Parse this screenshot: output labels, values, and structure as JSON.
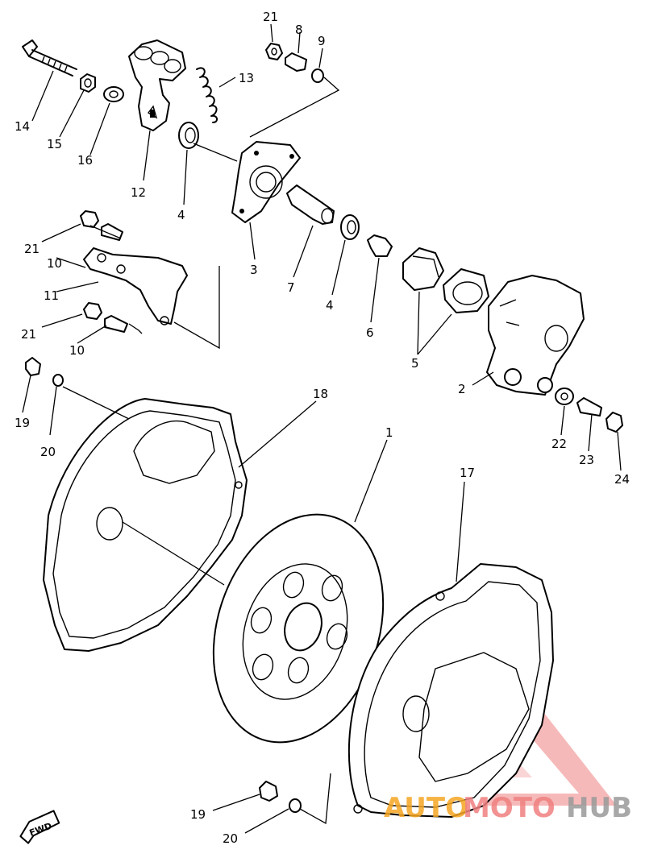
{
  "callouts": {
    "c1": "1",
    "c2": "2",
    "c3": "3",
    "c4a": "4",
    "c4b": "4",
    "c5": "5",
    "c6": "6",
    "c7": "7",
    "c8": "8",
    "c9": "9",
    "c10a": "10",
    "c10b": "10",
    "c11": "11",
    "c12": "12",
    "c13": "13",
    "c14": "14",
    "c15": "15",
    "c16": "16",
    "c17": "17",
    "c18": "18",
    "c19a": "19",
    "c19b": "19",
    "c20a": "20",
    "c20b": "20",
    "c21a": "21",
    "c21b": "21",
    "c21c": "21",
    "c22": "22",
    "c23": "23",
    "c24": "24"
  },
  "direction_marker": "FWD",
  "watermark": {
    "word_a": "AUTO",
    "word_b": "MOTO",
    "word_c": "HUB",
    "color_a": "#f5a623",
    "color_b": "#f08080",
    "color_c": "#9a9a9a",
    "logo_color": "#f08080"
  }
}
